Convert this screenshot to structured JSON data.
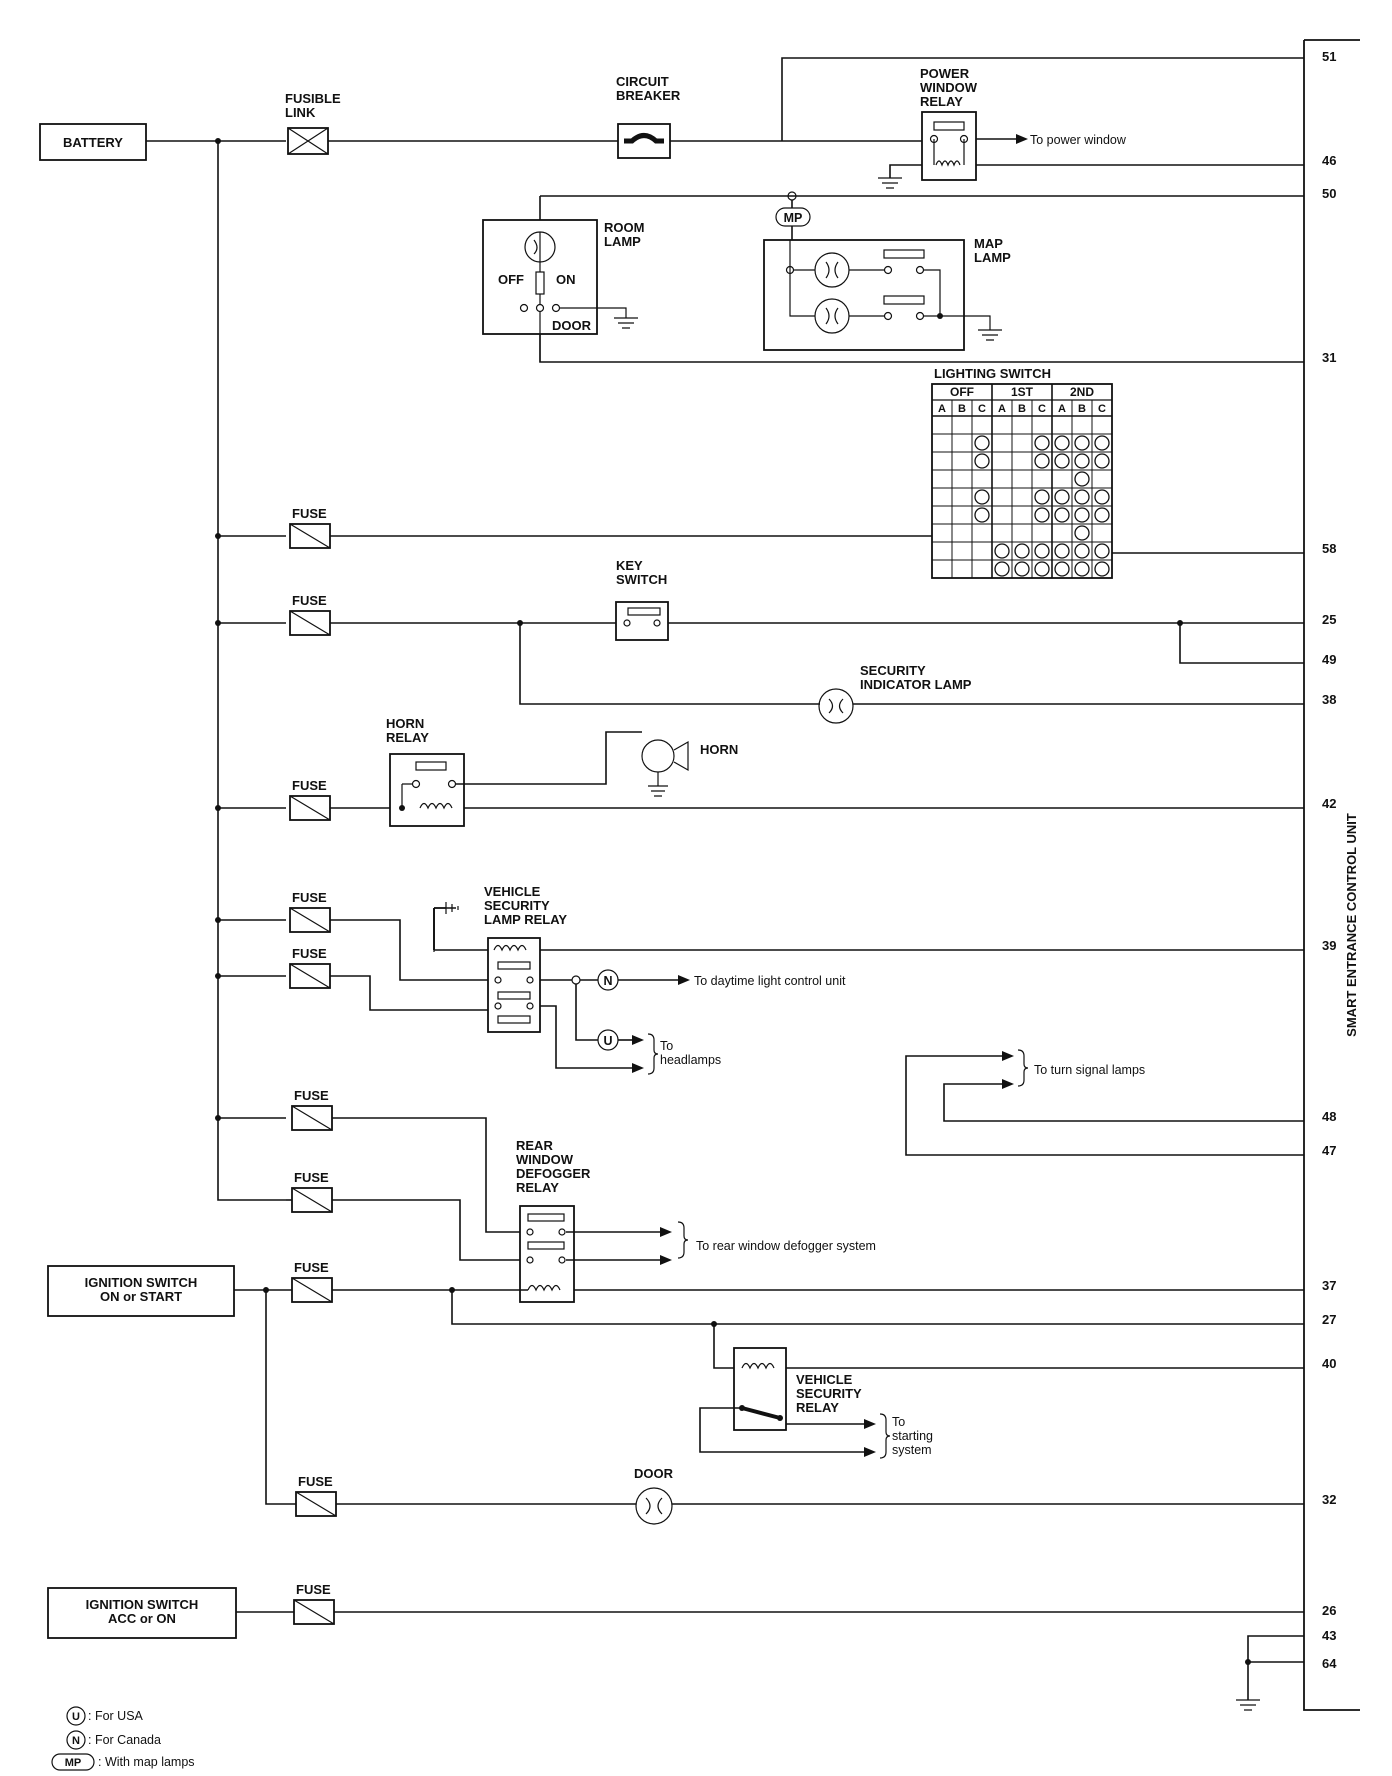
{
  "labels": {
    "battery": "BATTERY",
    "fusible_link": [
      "FUSIBLE",
      "LINK"
    ],
    "circuit_breaker": [
      "CIRCUIT",
      "BREAKER"
    ],
    "power_window_relay": [
      "POWER",
      "WINDOW",
      "RELAY"
    ],
    "to_power_window": "To power window",
    "room_lamp": [
      "ROOM",
      "LAMP"
    ],
    "off": "OFF",
    "on": "ON",
    "door_pos": "DOOR",
    "map_lamp": [
      "MAP",
      "LAMP"
    ],
    "mp": "MP",
    "lighting_switch": "LIGHTING SWITCH",
    "ls_off": "OFF",
    "ls_1st": "1ST",
    "ls_2nd": "2ND",
    "ls_cols": [
      "A",
      "B",
      "C",
      "A",
      "B",
      "C",
      "A",
      "B",
      "C"
    ],
    "fuse": "FUSE",
    "key_switch": [
      "KEY",
      "SWITCH"
    ],
    "security_indicator_lamp": [
      "SECURITY",
      "INDICATOR LAMP"
    ],
    "horn_relay": [
      "HORN",
      "RELAY"
    ],
    "horn": "HORN",
    "vehicle_security_lamp_relay": [
      "VEHICLE",
      "SECURITY",
      "LAMP RELAY"
    ],
    "n_mark": "N",
    "u_mark": "U",
    "to_daytime": "To daytime light control unit",
    "to_headlamps": [
      "To",
      "headlamps"
    ],
    "to_turn_signal": "To turn signal lamps",
    "rear_window_defogger_relay": [
      "REAR",
      "WINDOW",
      "DEFOGGER",
      "RELAY"
    ],
    "to_rear_defogger": "To rear window defogger system",
    "ignition_on_start": [
      "IGNITION SWITCH",
      "ON or START"
    ],
    "vehicle_security_relay": [
      "VEHICLE",
      "SECURITY",
      "RELAY"
    ],
    "to_starting": [
      "To",
      "starting",
      "system"
    ],
    "door_switch": "DOOR",
    "ignition_acc_on": [
      "IGNITION SWITCH",
      "ACC or ON"
    ],
    "control_unit": "SMART ENTRANCE CONTROL UNIT"
  },
  "pins": [
    "51",
    "46",
    "50",
    "31",
    "58",
    "25",
    "49",
    "38",
    "42",
    "39",
    "48",
    "47",
    "37",
    "27",
    "40",
    "32",
    "26",
    "43",
    "64"
  ],
  "lighting_switch_circles": [
    [
      0,
      0,
      0,
      0,
      0,
      0,
      0,
      0,
      0
    ],
    [
      0,
      0,
      1,
      0,
      0,
      1,
      1,
      1,
      1
    ],
    [
      0,
      0,
      1,
      0,
      0,
      1,
      1,
      1,
      1
    ],
    [
      0,
      0,
      0,
      0,
      0,
      0,
      0,
      1,
      0
    ],
    [
      0,
      0,
      1,
      0,
      0,
      1,
      1,
      1,
      1
    ],
    [
      0,
      0,
      1,
      0,
      0,
      1,
      1,
      1,
      1
    ],
    [
      0,
      0,
      0,
      0,
      0,
      0,
      0,
      1,
      0
    ],
    [
      0,
      0,
      0,
      1,
      1,
      1,
      1,
      1,
      1
    ],
    [
      0,
      0,
      0,
      1,
      1,
      1,
      1,
      1,
      1
    ]
  ],
  "legend": [
    {
      "mark": "U",
      "text": ": For USA"
    },
    {
      "mark": "N",
      "text": ": For Canada"
    },
    {
      "mark": "MP",
      "text": ": With map lamps"
    }
  ]
}
